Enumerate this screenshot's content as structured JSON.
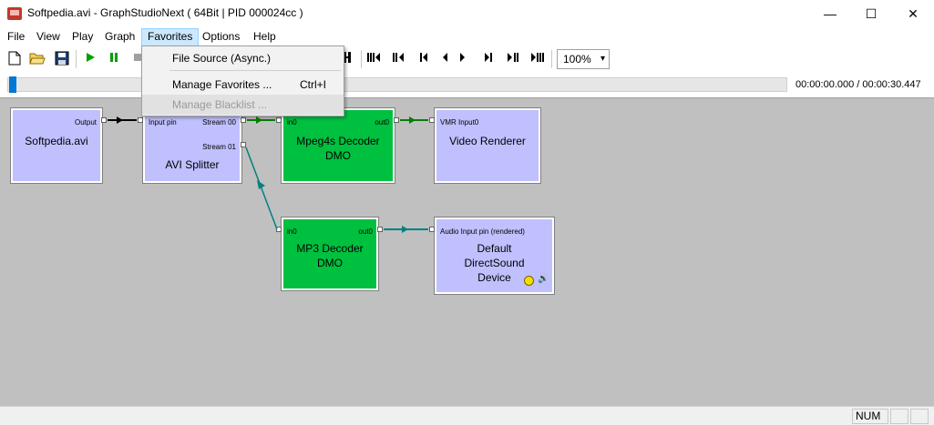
{
  "window": {
    "title": "Softpedia.avi - GraphStudioNext ( 64Bit | PID 000024cc )",
    "min_glyph": "—",
    "max_glyph": "☐",
    "close_glyph": "✕"
  },
  "menu": {
    "items": [
      "File",
      "View",
      "Play",
      "Graph",
      "Favorites",
      "Options",
      "Help"
    ],
    "active": "Favorites"
  },
  "favorites_menu": {
    "items": [
      {
        "label": "File Source (Async.)",
        "shortcut": "",
        "enabled": true
      },
      {
        "label": "Manage Favorites ...",
        "shortcut": "Ctrl+I",
        "enabled": true
      },
      {
        "label": "Manage Blacklist ...",
        "shortcut": "",
        "enabled": false
      }
    ]
  },
  "toolbar": {
    "zoom": "100%",
    "icons": [
      "new-icon",
      "open-icon",
      "save-icon",
      "play-icon",
      "pause-icon",
      "stop-icon",
      "frame-step-icon",
      "seek-start-icon",
      "prev-icon",
      "step-back-icon",
      "step-both-icon",
      "step-forward-icon",
      "next-icon",
      "seek-end-icon"
    ]
  },
  "seek": {
    "position_fraction": 0.0,
    "time": "00:00:00.000 / 00:00:30.447"
  },
  "filters": [
    {
      "id": "source",
      "name": "Softpedia.avi",
      "color": "#c0c0ff",
      "pins_out": [
        "Output"
      ],
      "pins_in": []
    },
    {
      "id": "splitter",
      "name": "AVI Splitter",
      "color": "#c0c0ff",
      "pins_in": [
        "Input pin"
      ],
      "pins_out": [
        "Stream 00",
        "Stream 01"
      ]
    },
    {
      "id": "video-decoder",
      "name": "Mpeg4s Decoder DMO",
      "color": "#00c040",
      "pins_in": [
        "in0"
      ],
      "pins_out": [
        "out0"
      ]
    },
    {
      "id": "video-renderer",
      "name": "Video Renderer",
      "color": "#c0c0ff",
      "pins_in": [
        "VMR Input0"
      ],
      "pins_out": []
    },
    {
      "id": "audio-decoder",
      "name": "MP3 Decoder DMO",
      "color": "#00c040",
      "pins_in": [
        "in0"
      ],
      "pins_out": [
        "out0"
      ]
    },
    {
      "id": "audio-renderer",
      "name": "Default DirectSound Device",
      "color": "#c0c0ff",
      "pins_in": [
        "Audio Input pin (rendered)"
      ],
      "pins_out": []
    }
  ],
  "status": {
    "num": "NUM"
  },
  "colors": {
    "canvas": "#c0c0c0",
    "filter_blue": "#c0c0ff",
    "filter_green": "#00c040",
    "link_green": "#008000",
    "link_teal": "#008080",
    "link_black": "#000000"
  }
}
